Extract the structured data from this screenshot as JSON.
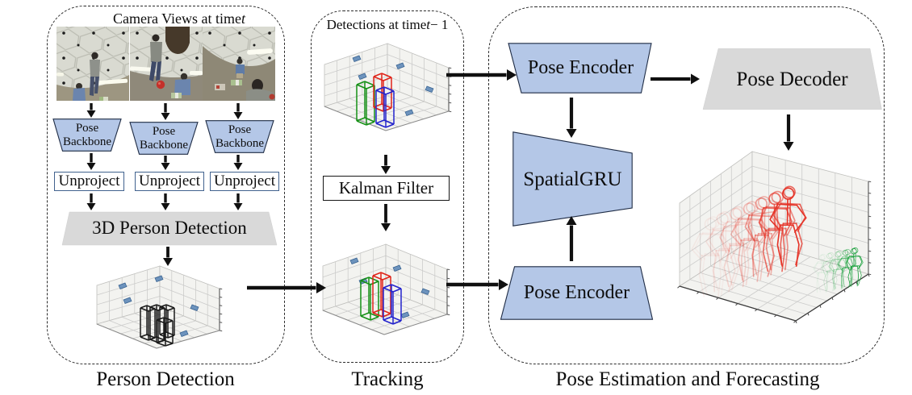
{
  "sections": {
    "person_detection": {
      "label": "Person Detection",
      "camera_views_prefix": "Camera Views at time ",
      "time_var": "t",
      "pose_backbone_line1": "Pose",
      "pose_backbone_line2": "Backbone",
      "unproject": "Unproject",
      "detection3d": "3D Person Detection"
    },
    "tracking": {
      "label": "Tracking",
      "detections_prefix": "Detections at time ",
      "time_var": "t",
      "time_suffix": " − 1",
      "kalman": "Kalman Filter"
    },
    "pose": {
      "label": "Pose Estimation and Forecasting",
      "encoder": "Pose Encoder",
      "decoder": "Pose Decoder",
      "gru": "SpatialGRU"
    }
  },
  "colors": {
    "block_blue": "#b4c7e7",
    "block_gray": "#d9d9d9",
    "unproject_border": "#41628e",
    "dash_border": "#2b2b2b",
    "arrow_black": "#101010",
    "detection_box_black": "#1a1a1a",
    "track_red": "#e02318",
    "track_green": "#159015",
    "track_blue": "#2323cd",
    "skeleton_red": "#e53428",
    "skeleton_green": "#17a03a",
    "camera_marker": "#6d93bd",
    "grid_fill": "#f3f3f0",
    "grid_line": "#cccccb"
  },
  "plots": {
    "person_detection_plot": {
      "content": "3D grid room with 4 black person bounding boxes and 5 camera markers"
    },
    "detections_plot": {
      "content": "3D grid room with red, green, blue tracked boxes and 5 camera markers"
    },
    "tracked_plot": {
      "content": "3D grid room with red, green, blue tracked boxes and 5 camera markers"
    },
    "forecast_plot": {
      "content": "3D grid room with fading red and green forecast skeleton sequences"
    }
  }
}
